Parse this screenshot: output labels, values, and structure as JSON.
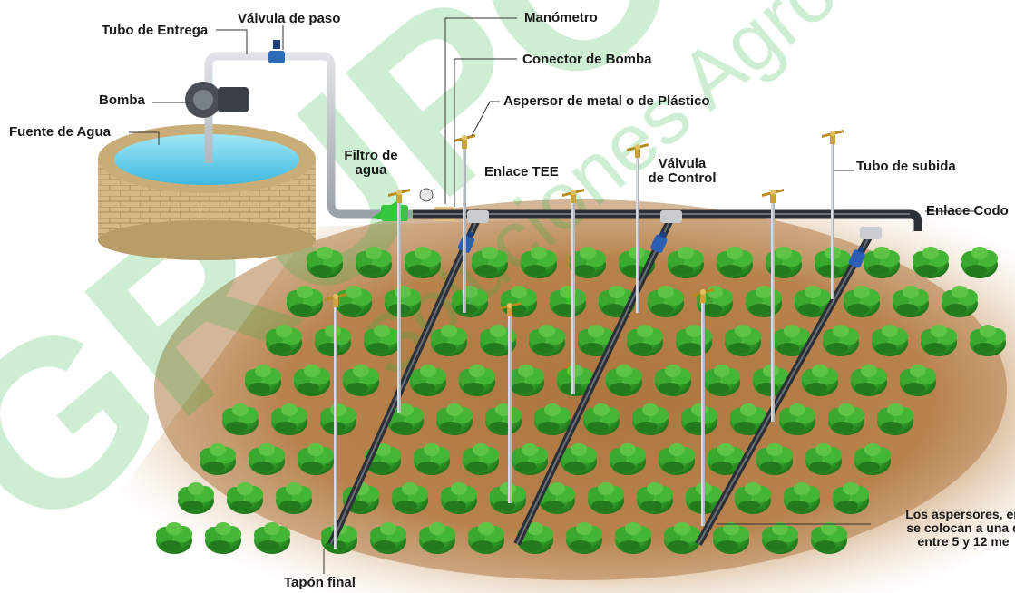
{
  "labels": {
    "tubo_entrega": "Tubo de Entrega",
    "valvula_paso": "Válvula de paso",
    "manometro": "Manómetro",
    "conector_bomba": "Conector de Bomba",
    "bomba": "Bomba",
    "aspersor": "Aspersor de metal o de Plástico",
    "fuente_agua": "Fuente de Agua",
    "filtro_line1": "Filtro de",
    "filtro_line2": "agua",
    "enlace_tee": "Enlace TEE",
    "valvula_control_line1": "Válvula",
    "valvula_control_line2": "de Control",
    "tubo_subida": "Tubo de subida",
    "enlace_codo": "Enlace Codo",
    "tapon_final": "Tapón final"
  },
  "note": {
    "line1": "Los aspersores, en",
    "line2": "se colocan a una d",
    "line3": "entre 5 y 12 me"
  },
  "watermark": {
    "main": "GRUPO AGRO",
    "sub": "Soluciones Agro"
  },
  "colors": {
    "soil": "#b07a43",
    "plant": "#2f8f25",
    "water": "#5ed0ee",
    "pipe": "#2b2f36",
    "brick": "#d2b680",
    "watermark": "#23b33a"
  }
}
